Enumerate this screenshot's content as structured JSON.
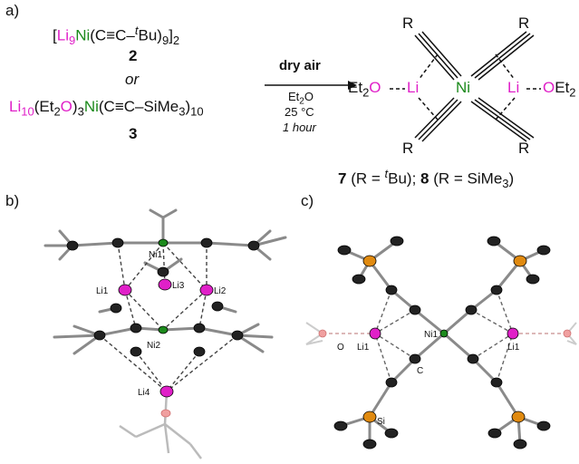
{
  "panels": {
    "a": "a)",
    "b": "b)",
    "c": "c)"
  },
  "reactant2": {
    "open": "[",
    "li": "Li",
    "li_sub": "9",
    "ni": "Ni",
    "rest": "(C≡C–",
    "tBu_sup": "t",
    "tBu": "Bu)",
    "sub9": "9",
    "close": "]",
    "sub2": "2",
    "label": "2"
  },
  "or": "or",
  "reactant3": {
    "li": "Li",
    "li_sub": "10",
    "paren1": "(Et",
    "et_sub": "2",
    "o": "O",
    "paren2": ")",
    "sub3": "3",
    "ni": "Ni",
    "rest": "(C≡C–SiMe",
    "me_sub": "3",
    "close": ")",
    "sub10": "10",
    "label": "3"
  },
  "conditions": {
    "reagent": "dry air",
    "solvent": "Et",
    "solvent_sub": "2",
    "solvent_o": "O",
    "temp": "25 °C",
    "time": "1 hour"
  },
  "product": {
    "R": "R",
    "ni": "Ni",
    "li": "Li",
    "et2o_left": "Et",
    "et2o_left_sub": "2",
    "et2o_left_o": "O",
    "o_right": "O",
    "et2_right": "Et",
    "et2_right_sub": "2",
    "caption_7": "7",
    "caption_mid1": " (R = ",
    "caption_t": "t",
    "caption_bu": "Bu); ",
    "caption_8": "8",
    "caption_mid2": " (R = SiMe",
    "caption_sub3": "3",
    "caption_end": ")"
  },
  "structure_b": {
    "labels": {
      "ni1": "Ni1",
      "li1": "Li1",
      "li3": "Li3",
      "li2": "Li2",
      "ni2": "Ni2",
      "li4": "Li4"
    }
  },
  "structure_c": {
    "labels": {
      "o": "O",
      "li1_left": "Li1",
      "ni1": "Ni1",
      "li1_right": "Li1",
      "c": "C",
      "si": "Si"
    }
  },
  "colors": {
    "li": "#e020c8",
    "ni": "#1c8a1c",
    "si": "#e08a10",
    "o": "#e06060",
    "carbon": "#111111",
    "bond": "#808080"
  }
}
